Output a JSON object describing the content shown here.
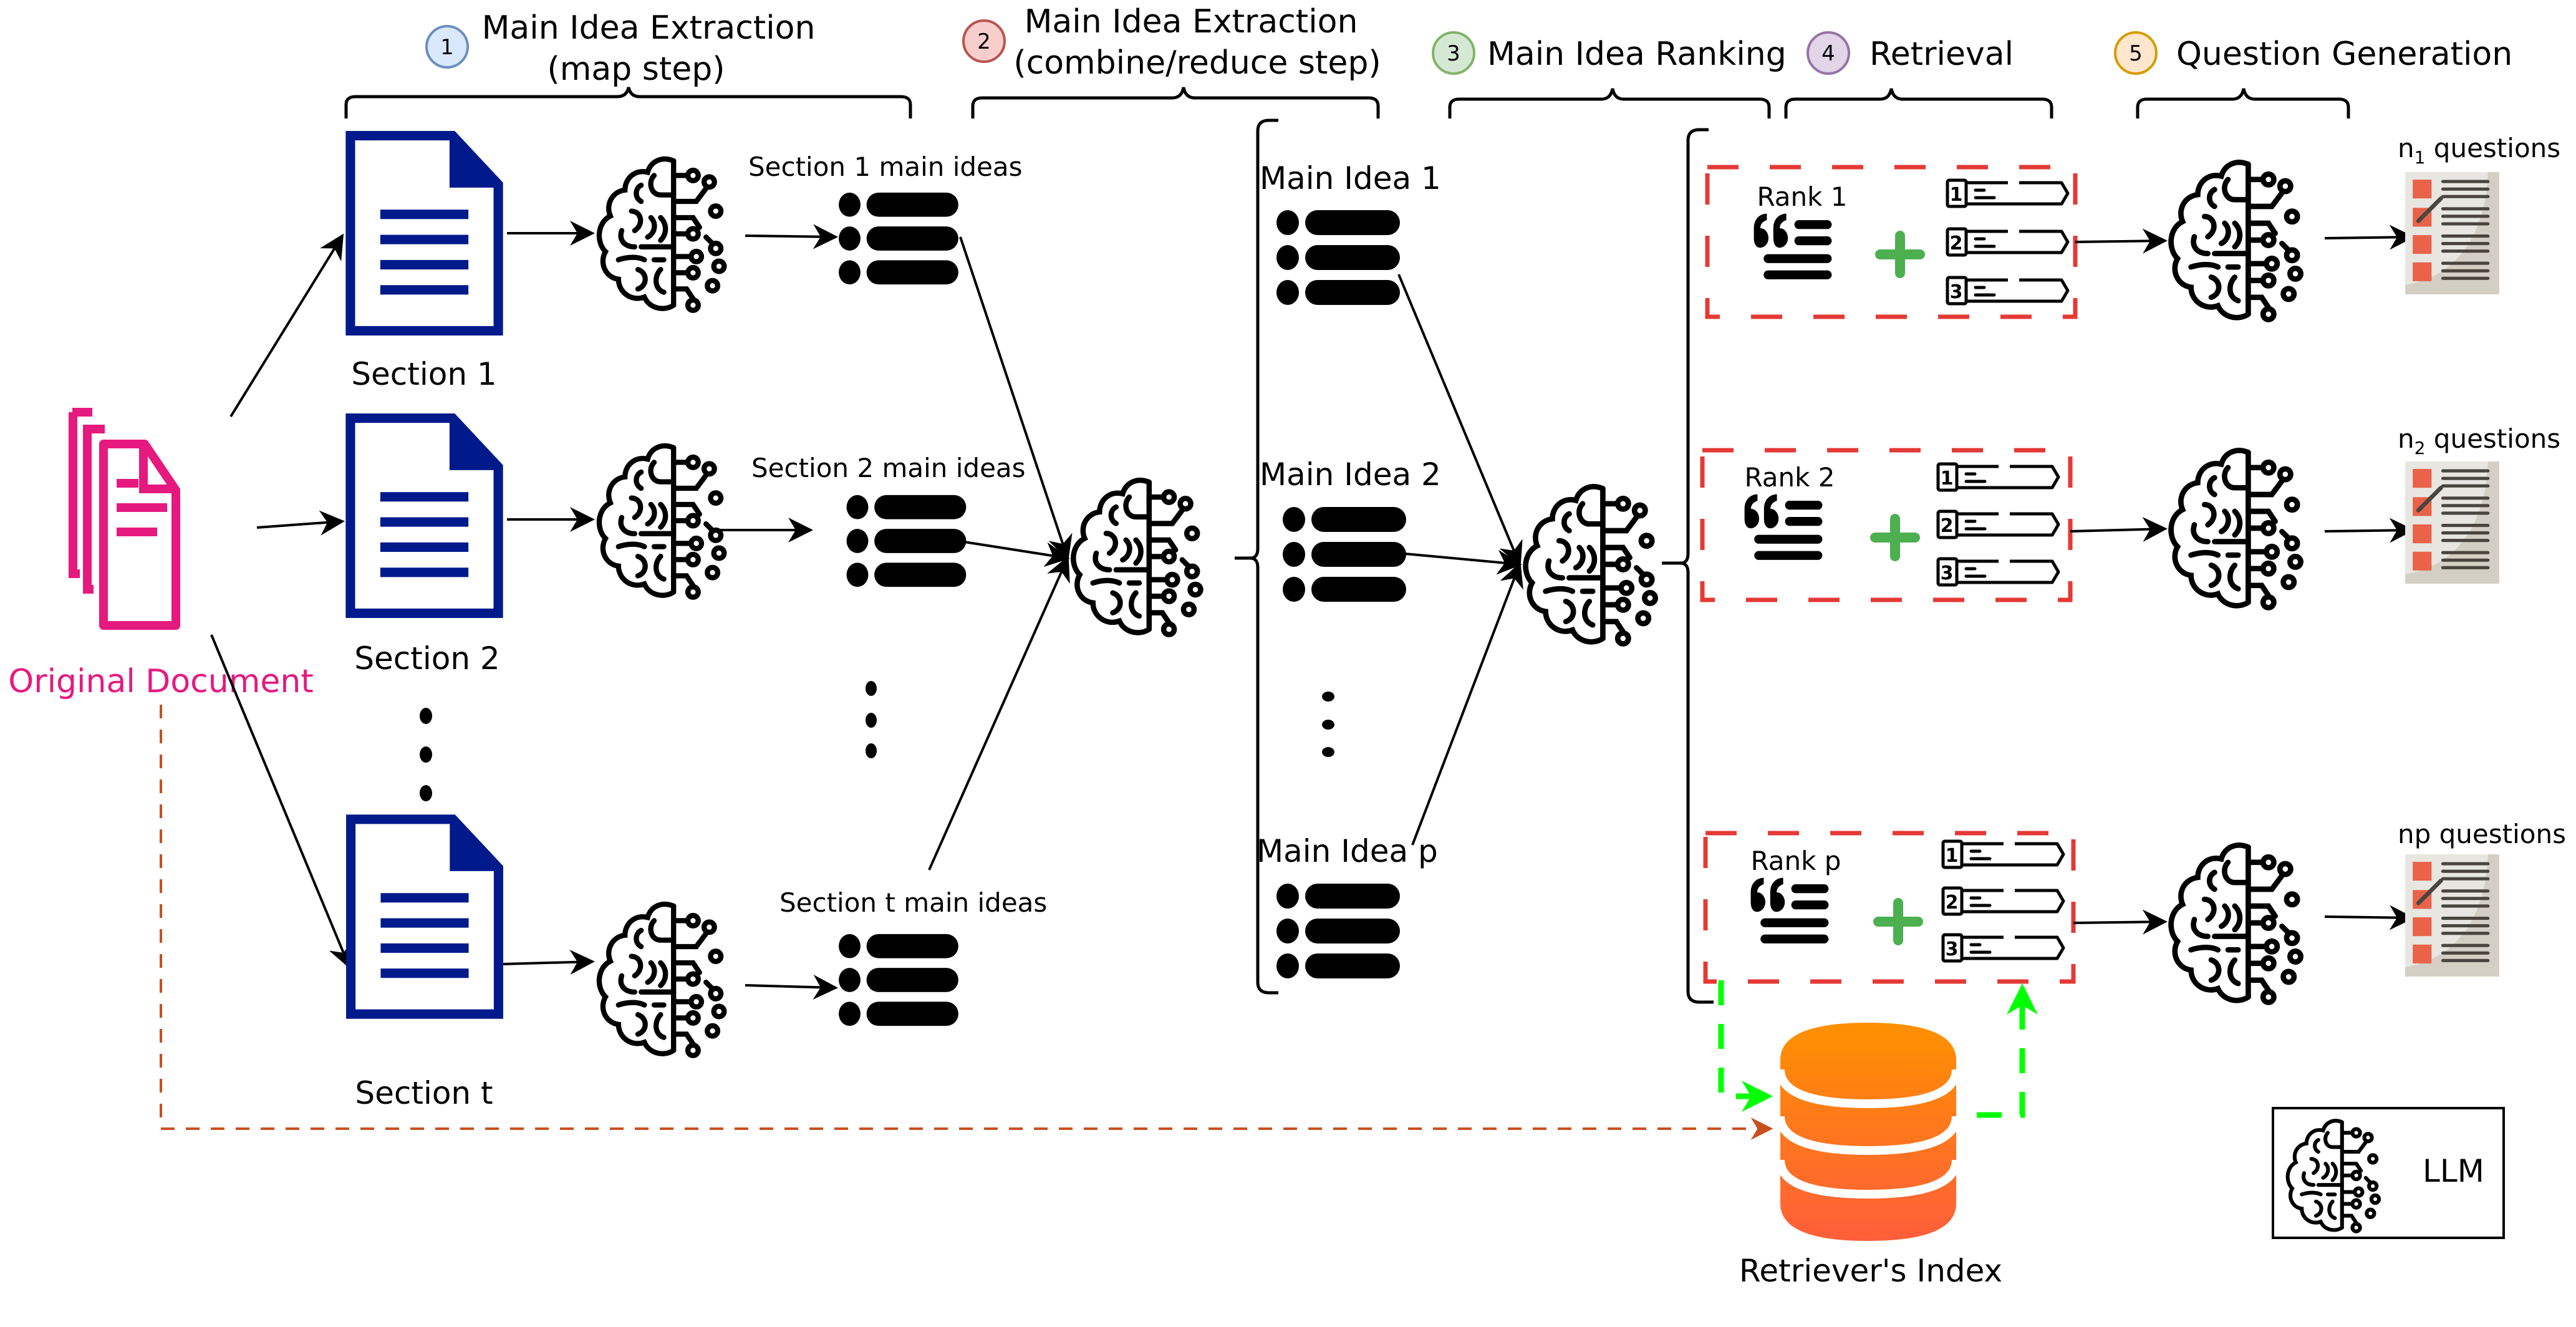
{
  "steps": [
    {
      "num": "1",
      "title": "Main Idea Extraction",
      "subtitle": "(map step)",
      "color_fill": "#dae8fc",
      "color_stroke": "#6c8ebf"
    },
    {
      "num": "2",
      "title": "Main Idea Extraction",
      "subtitle": "(combine/reduce step)",
      "color_fill": "#f8cecc",
      "color_stroke": "#b85450"
    },
    {
      "num": "3",
      "title": "Main Idea Ranking",
      "subtitle": "",
      "color_fill": "#d5e8d4",
      "color_stroke": "#82b366"
    },
    {
      "num": "4",
      "title": "Retrieval",
      "subtitle": "",
      "color_fill": "#e1d5e7",
      "color_stroke": "#9673a6"
    },
    {
      "num": "5",
      "title": "Question Generation",
      "subtitle": "",
      "color_fill": "#ffe6cc",
      "color_stroke": "#d79b00"
    }
  ],
  "original_document": {
    "label": "Original Document",
    "color": "#e6197f"
  },
  "sections": [
    {
      "label": "Section 1",
      "ideas_label": "Section 1 main ideas"
    },
    {
      "label": "Section 2",
      "ideas_label": "Section 2 main ideas"
    },
    {
      "label": "Section t",
      "ideas_label": "Section t main ideas"
    }
  ],
  "main_ideas": [
    "Main Idea 1",
    "Main Idea 2",
    "Main Idea p"
  ],
  "ranks": [
    {
      "label": "Rank 1",
      "questions_prefix": "n",
      "questions_sub": "1",
      "questions_suffix": " questions"
    },
    {
      "label": "Rank 2",
      "questions_prefix": "n",
      "questions_sub": "2",
      "questions_suffix": " questions"
    },
    {
      "label": "Rank p",
      "questions_prefix": "np",
      "questions_sub": "",
      "questions_suffix": " questions"
    }
  ],
  "retrieved_items": [
    "1",
    "2",
    "3"
  ],
  "retriever_index": {
    "label": "Retriever's Index"
  },
  "legend": {
    "label": "LLM"
  },
  "colors": {
    "section_doc": "#001a8c",
    "rank_box": "#e53935",
    "plus": "#4caf50",
    "retrieval_arrow": "#00ff00",
    "index_arrow": "#c8501e",
    "db_top": "#ff9100",
    "db_bottom": "#ff5e3a",
    "question_box": "#e8634a",
    "question_paper": "#e8e6e0",
    "question_line": "#4a453f"
  }
}
